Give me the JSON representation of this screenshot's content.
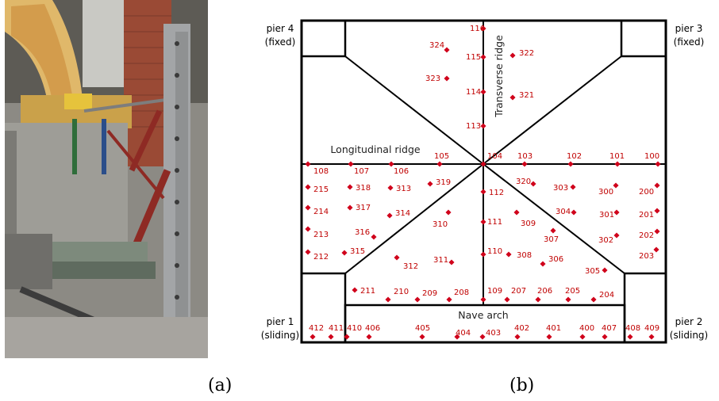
{
  "captions": {
    "a": "(a)",
    "b": "(b)"
  },
  "piers": {
    "p4": [
      "pier 4",
      "(fixed)"
    ],
    "p3": [
      "pier 3",
      "(fixed)"
    ],
    "p1": [
      "pier 1",
      "(sliding)"
    ],
    "p2": [
      "pier 2",
      "(sliding)"
    ]
  },
  "ribs": {
    "transverse": "Transverse ridge",
    "longitudinal": "Longitudinal ridge",
    "nave": "Nave arch"
  },
  "marker_color": "#d0021b",
  "points": [
    "116",
    "115",
    "114",
    "113",
    "324",
    "322",
    "323",
    "321",
    "104",
    "105",
    "106",
    "107",
    "108",
    "103",
    "102",
    "101",
    "100",
    "319",
    "318",
    "313",
    "215",
    "320",
    "303",
    "300",
    "200",
    "112",
    "111",
    "110",
    "109",
    "317",
    "214",
    "314",
    "310",
    "309",
    "304",
    "301",
    "201",
    "316",
    "213",
    "307",
    "302",
    "202",
    "315",
    "212",
    "312",
    "311",
    "308",
    "306",
    "305",
    "203",
    "211",
    "210",
    "209",
    "208",
    "207",
    "206",
    "205",
    "204",
    "412",
    "411",
    "410",
    "406",
    "405",
    "404",
    "403",
    "402",
    "401",
    "400",
    "407",
    "408",
    "409"
  ]
}
